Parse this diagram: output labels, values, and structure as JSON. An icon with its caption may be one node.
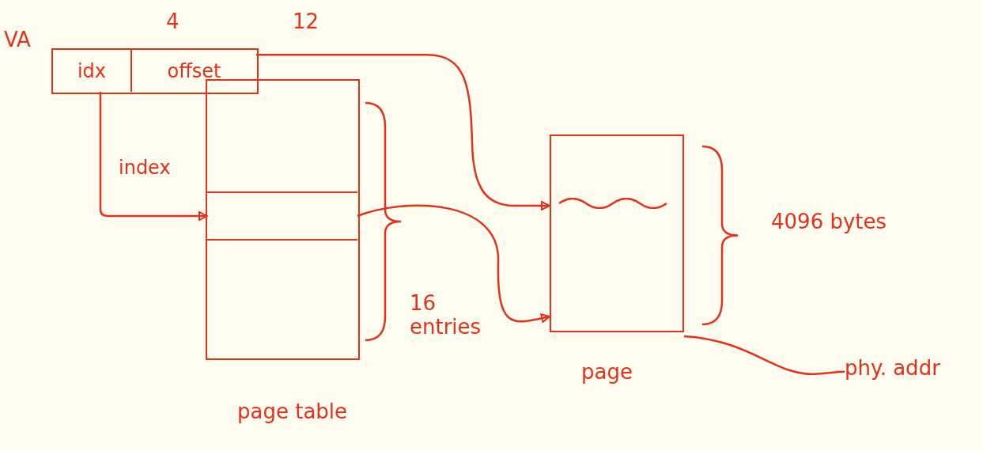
{
  "diagram": {
    "nodes": [
      {
        "text": [
          "VA"
        ]
      },
      {
        "text": [
          "idx"
        ],
        "in": 0,
        "beside": [
          "4"
        ]
      },
      {
        "text": [
          "offset"
        ],
        "in": 0,
        "beside": [
          "12"
        ]
      },
      {
        "text": [
          "page table"
        ]
      },
      {
        "text": [],
        "shape": "box",
        "in": 3
      },
      {
        "text": [
          "page"
        ]
      },
      {
        "text": [
          "phy. addr"
        ]
      }
    ],
    "edges": [
      {
        "from": 1,
        "to": 4,
        "arrow": "to",
        "label": "index"
      },
      {
        "from": 2,
        "to": 5,
        "arrow": "to"
      },
      {
        "from": 4,
        "to": 5,
        "arrow": "to"
      },
      {
        "from": 5,
        "to": 6,
        "arrow": "none"
      }
    ],
    "labels": [
      "16 entries",
      "4096 bytes"
    ]
  }
}
